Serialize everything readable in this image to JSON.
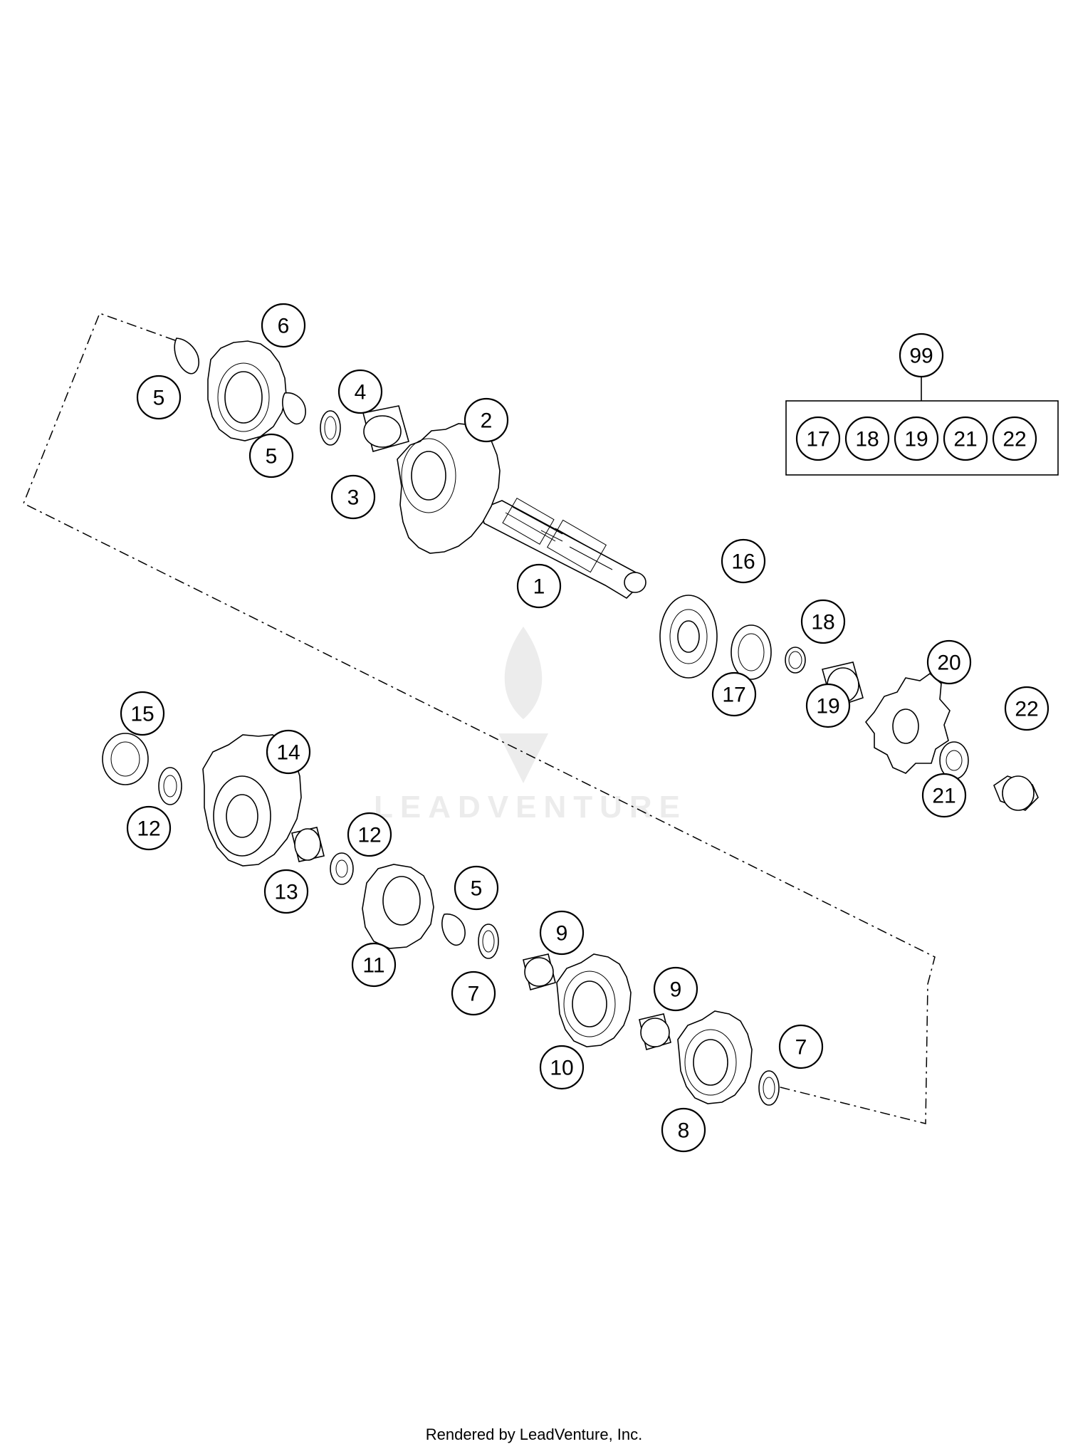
{
  "callouts": [
    {
      "label": "1"
    },
    {
      "label": "2"
    },
    {
      "label": "3"
    },
    {
      "label": "4"
    },
    {
      "label": "5"
    },
    {
      "label": "5"
    },
    {
      "label": "6"
    },
    {
      "label": "16"
    },
    {
      "label": "17"
    },
    {
      "label": "18"
    },
    {
      "label": "19"
    },
    {
      "label": "20"
    },
    {
      "label": "21"
    },
    {
      "label": "22"
    },
    {
      "label": "15"
    },
    {
      "label": "14"
    },
    {
      "label": "12"
    },
    {
      "label": "13"
    },
    {
      "label": "12"
    },
    {
      "label": "11"
    },
    {
      "label": "5"
    },
    {
      "label": "7"
    },
    {
      "label": "9"
    },
    {
      "label": "10"
    },
    {
      "label": "9"
    },
    {
      "label": "8"
    },
    {
      "label": "7"
    }
  ],
  "kit": {
    "label": "99",
    "items": [
      "17",
      "18",
      "19",
      "21",
      "22"
    ]
  },
  "watermark": {
    "text": "LEADVENTURE"
  },
  "footer": {
    "text": "Rendered by LeadVenture, Inc."
  }
}
